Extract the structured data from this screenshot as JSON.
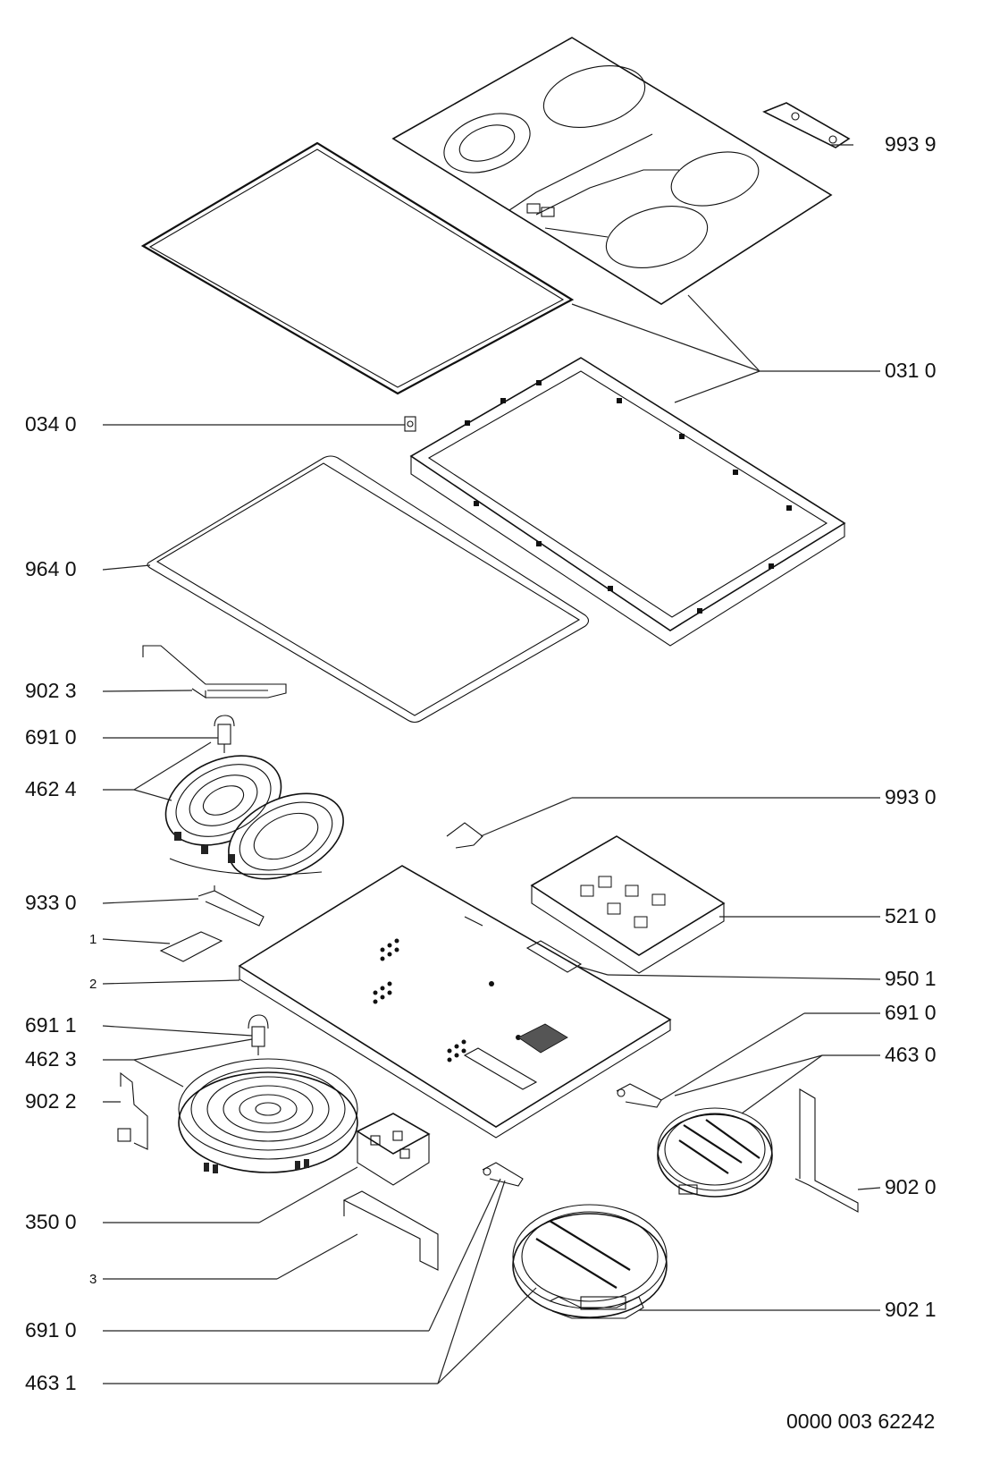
{
  "labels": {
    "l_9939": "993 9",
    "l_0310": "031 0",
    "l_0340": "034 0",
    "l_9640": "964 0",
    "l_9023": "902 3",
    "l_6910a": "691 0",
    "l_4624": "462 4",
    "l_9930": "993 0",
    "l_9330": "933 0",
    "l_5210": "521 0",
    "l_1": "1",
    "l_9501": "950 1",
    "l_2": "2",
    "l_6911": "691 1",
    "l_6910b": "691 0",
    "l_4623": "462 3",
    "l_4630": "463 0",
    "l_9022": "902 2",
    "l_9020": "902 0",
    "l_3500": "350 0",
    "l_3": "3",
    "l_6910c": "691 0",
    "l_9021": "902 1",
    "l_4631": "463 1"
  },
  "footer": {
    "doc_number": "0000 003 62242"
  }
}
